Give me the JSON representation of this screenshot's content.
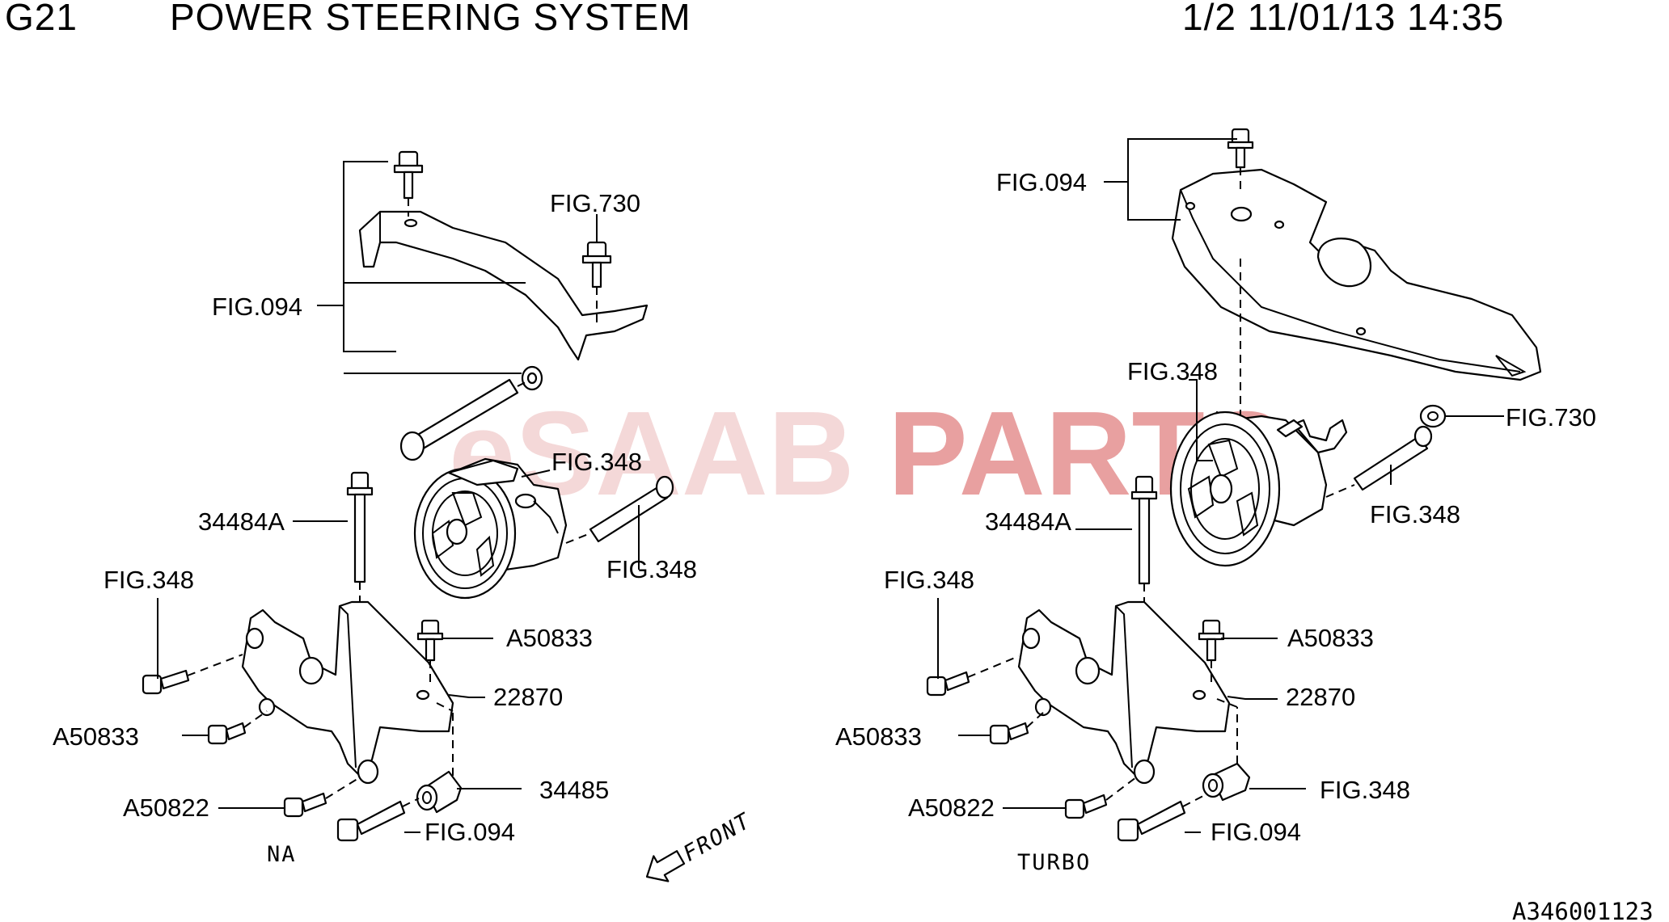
{
  "header": {
    "code": "G21",
    "title": "POWER STEERING SYSTEM",
    "page_info": "1/2 11/01/13 14:35"
  },
  "watermark": {
    "part1": "eSAAB",
    "part2": "PARTS",
    "color1": "#f4d8d8",
    "color2": "#e8a0a0"
  },
  "variants": {
    "left_caption": "NA",
    "right_caption": "TURBO"
  },
  "front_marker": "FRONT",
  "labels_left": {
    "fig730": "FIG.730",
    "fig094_top": "FIG.094",
    "fig348_pump": "FIG.348",
    "fig348_bolt": "FIG.348",
    "p34484a": "34484A",
    "fig348_side": "FIG.348",
    "a50833_top": "A50833",
    "p22870": "22870",
    "a50833_bottom": "A50833",
    "p34485": "34485",
    "a50822": "A50822",
    "fig094_bottom": "FIG.094"
  },
  "labels_right": {
    "fig094_top": "FIG.094",
    "fig348_pump": "FIG.348",
    "fig730": "FIG.730",
    "fig348_bolt": "FIG.348",
    "p34484a": "34484A",
    "fig348_side": "FIG.348",
    "a50833_top": "A50833",
    "p22870": "22870",
    "a50833_bottom": "A50833",
    "fig348_collar": "FIG.348",
    "a50822": "A50822",
    "fig094_bottom": "FIG.094"
  },
  "image_id": "A346001123"
}
